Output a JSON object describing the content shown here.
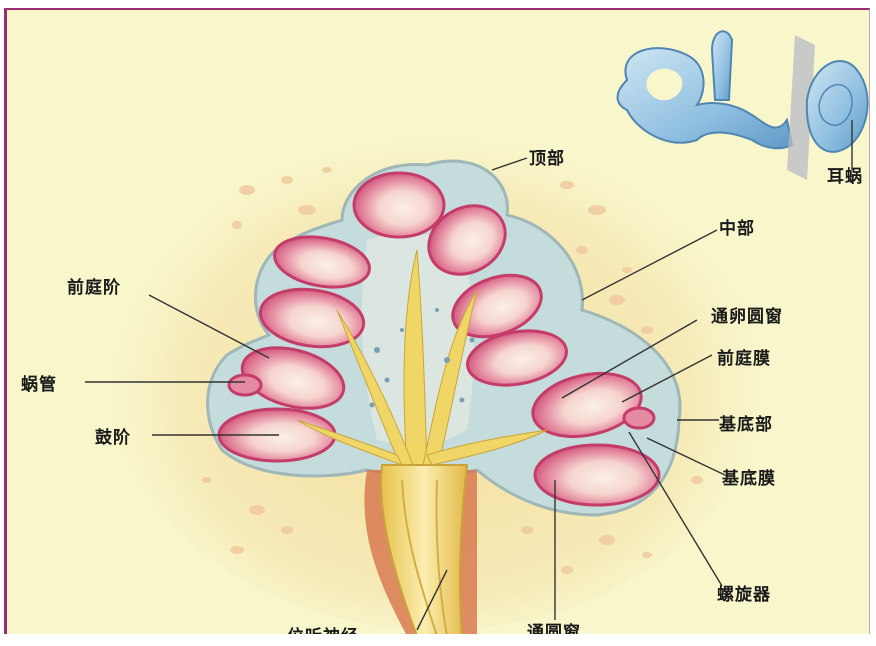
{
  "labels": {
    "apex": "顶部",
    "middle": "中部",
    "cochlea": "耳蜗",
    "scala_vestibuli": "前庭阶",
    "cochlear_duct": "蜗管",
    "scala_tympani": "鼓阶",
    "oval_window": "通卵圆窗",
    "vestibular_membrane": "前庭膜",
    "base": "基底部",
    "basilar_membrane": "基底膜",
    "organ_of_corti": "螺旋器",
    "round_window": "通圆窗",
    "vestibulocochlear_nerve": "位听神经"
  },
  "colors": {
    "background": "#f8f7cc",
    "border": "#9b2d73",
    "chamber_outer": "#cf4f78",
    "chamber_inner": "#f8dfd8",
    "wall": "#c5dcdc",
    "nerve": "#efd667",
    "bone_fleck": "#eec59a"
  }
}
